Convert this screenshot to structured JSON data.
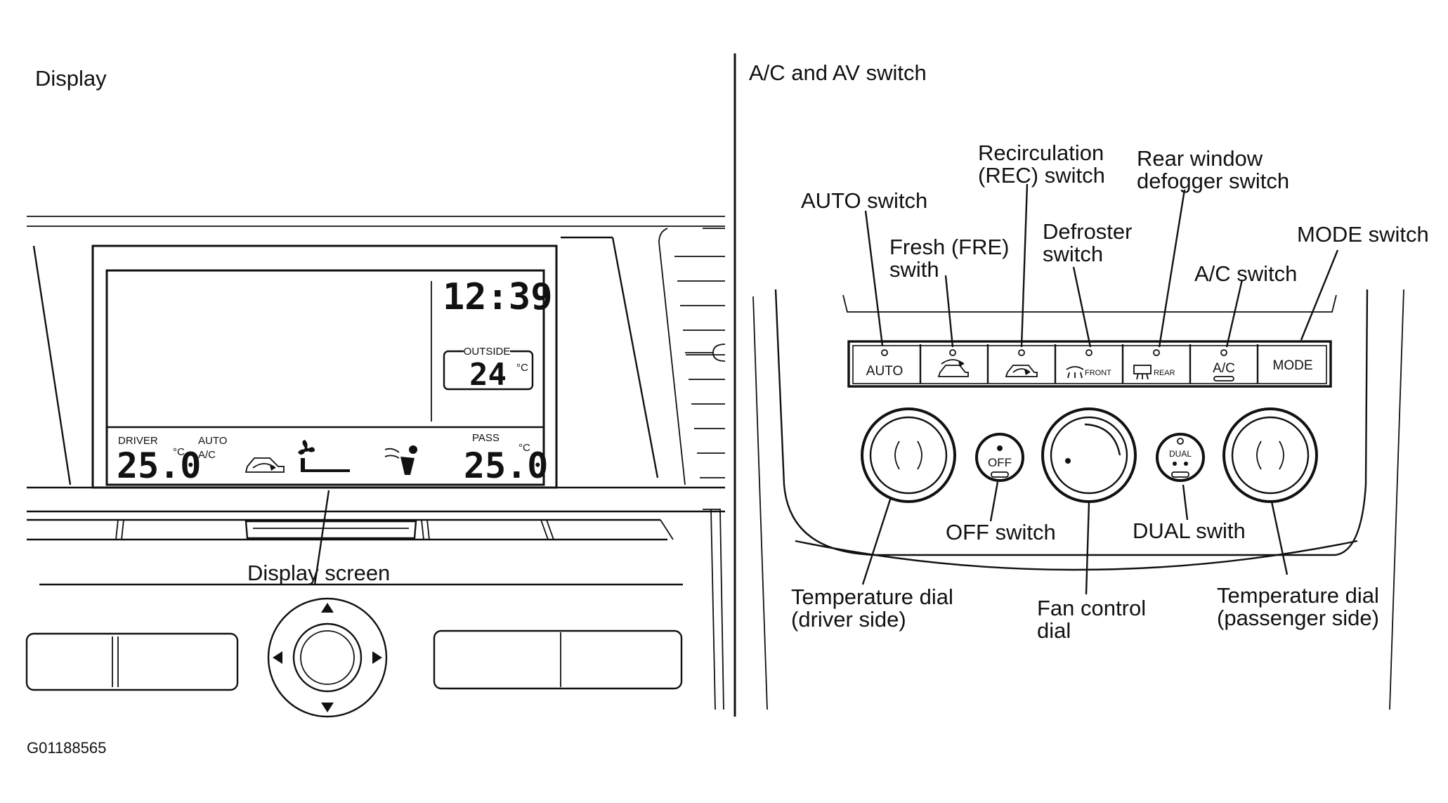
{
  "left_panel": {
    "title": "Display",
    "clock": "12:39",
    "outside_label": "OUTSIDE",
    "outside_temp": "24",
    "unit": "°C",
    "driver_label": "DRIVER",
    "driver_temp": "25.0",
    "auto_label": "AUTO",
    "ac_label": "A/C",
    "pass_label": "PASS",
    "pass_temp": "25.0",
    "callout_display_screen": "Display screen"
  },
  "right_panel": {
    "title": "A/C and AV switch",
    "buttons": {
      "auto": "AUTO",
      "front": "FRONT",
      "rear": "REAR",
      "ac": "A/C",
      "mode": "MODE",
      "off": "OFF",
      "dual": "DUAL"
    },
    "callouts": {
      "auto_switch": "AUTO switch",
      "fresh_l1": "Fresh (FRE)",
      "fresh_l2": "swith",
      "rec_l1": "Recirculation",
      "rec_l2": "(REC) switch",
      "def_l1": "Defroster",
      "def_l2": "switch",
      "rear_l1": "Rear window",
      "rear_l2": "defogger switch",
      "ac_switch": "A/C switch",
      "mode_switch": "MODE switch",
      "off_switch": "OFF switch",
      "dual_switch": "DUAL swith",
      "temp_driver_l1": "Temperature dial",
      "temp_driver_l2": "(driver side)",
      "fan_l1": "Fan control",
      "fan_l2": "dial",
      "temp_pass_l1": "Temperature dial",
      "temp_pass_l2": "(passenger side)"
    }
  },
  "figure_id": "G01188565",
  "icons": [
    "recirculation-car-icon",
    "fan-icon",
    "seat-vent-icon",
    "defroster-icon",
    "rear-defogger-icon",
    "direction-pad-icon"
  ]
}
